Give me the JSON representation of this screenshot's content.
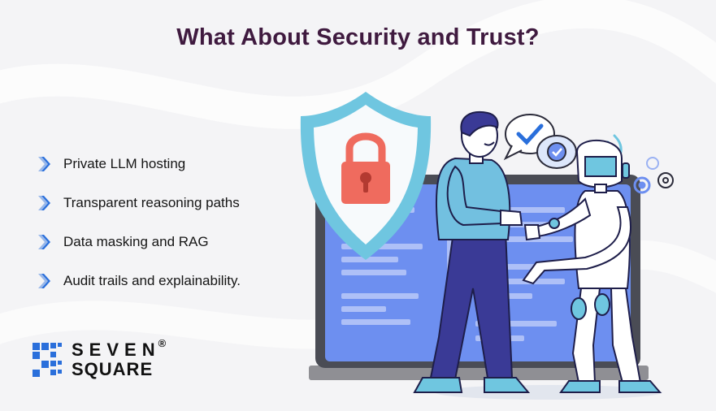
{
  "title": "What About Security and Trust?",
  "features": [
    {
      "label": "Private LLM hosting",
      "icon": "chevron-right-icon"
    },
    {
      "label": "Transparent reasoning paths",
      "icon": "chevron-right-icon"
    },
    {
      "label": "Data masking and RAG",
      "icon": "chevron-right-icon"
    },
    {
      "label": "Audit trails and explainability.",
      "icon": "chevron-right-icon"
    }
  ],
  "logo": {
    "line1": "SEVEN",
    "registered": "®",
    "line2": "SQUARE"
  },
  "colors": {
    "title": "#3f1a3f",
    "accent_blue": "#2a6fdb",
    "shield": "#6fc6e0",
    "lock": "#ef6b5e",
    "monitor": "#6d8ff0",
    "person_shirt": "#72c0e0",
    "person_pants": "#3a3a96"
  }
}
